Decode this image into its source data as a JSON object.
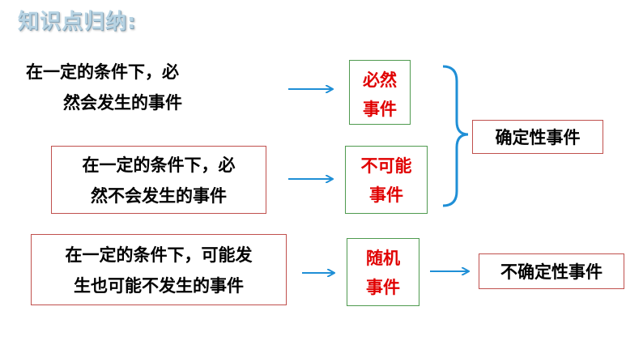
{
  "title": "知识点归纳:",
  "rows": [
    {
      "description": [
        "在一定的条件下，必",
        "然会发生的事件"
      ],
      "event": [
        "必然",
        "事件"
      ]
    },
    {
      "description": [
        "在一定的条件下，必",
        "然不会发生的事件"
      ],
      "event": [
        "不可能",
        "事件"
      ]
    },
    {
      "description": [
        "在一定的条件下，可能发",
        "生也可能不发生的事件"
      ],
      "event": [
        "随机",
        "事件"
      ]
    }
  ],
  "results": {
    "certain": "确定性事件",
    "uncertain": "不确定性事件"
  },
  "colors": {
    "arrow": "#1f8fd6",
    "event_text": "#e00000",
    "event_border": "#4f9a4f",
    "box_border": "#c0504d"
  }
}
